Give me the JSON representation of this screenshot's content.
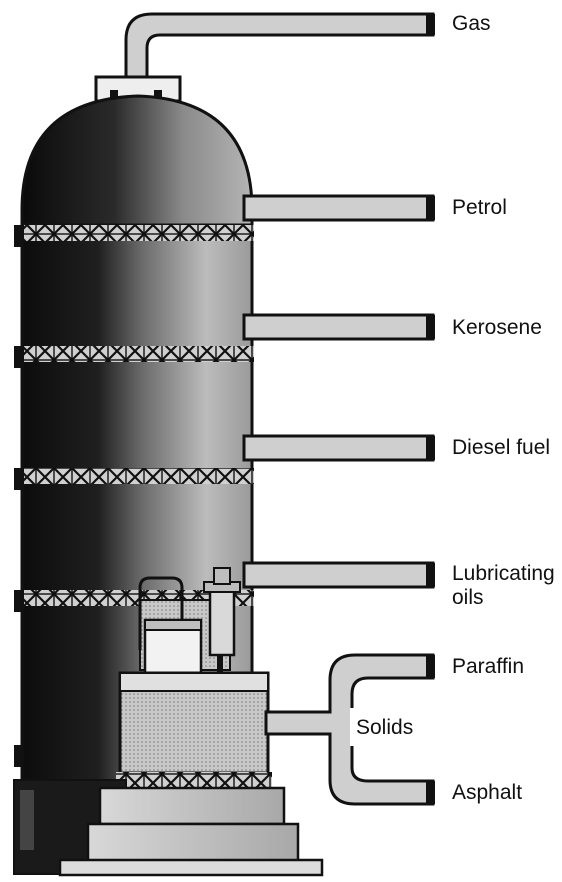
{
  "outputs": {
    "gas": "Gas",
    "petrol": "Petrol",
    "kerosene": "Kerosene",
    "diesel": "Diesel fuel",
    "lubricating_line1": "Lubricating",
    "lubricating_line2": "oils",
    "paraffin": "Paraffin",
    "asphalt": "Asphalt"
  },
  "solids_label": "Solids",
  "colors": {
    "ink": "#111111",
    "pipe": "#cfcfcf",
    "column_light": "#bdbdbd",
    "column_dark": "#1a1a1a"
  }
}
